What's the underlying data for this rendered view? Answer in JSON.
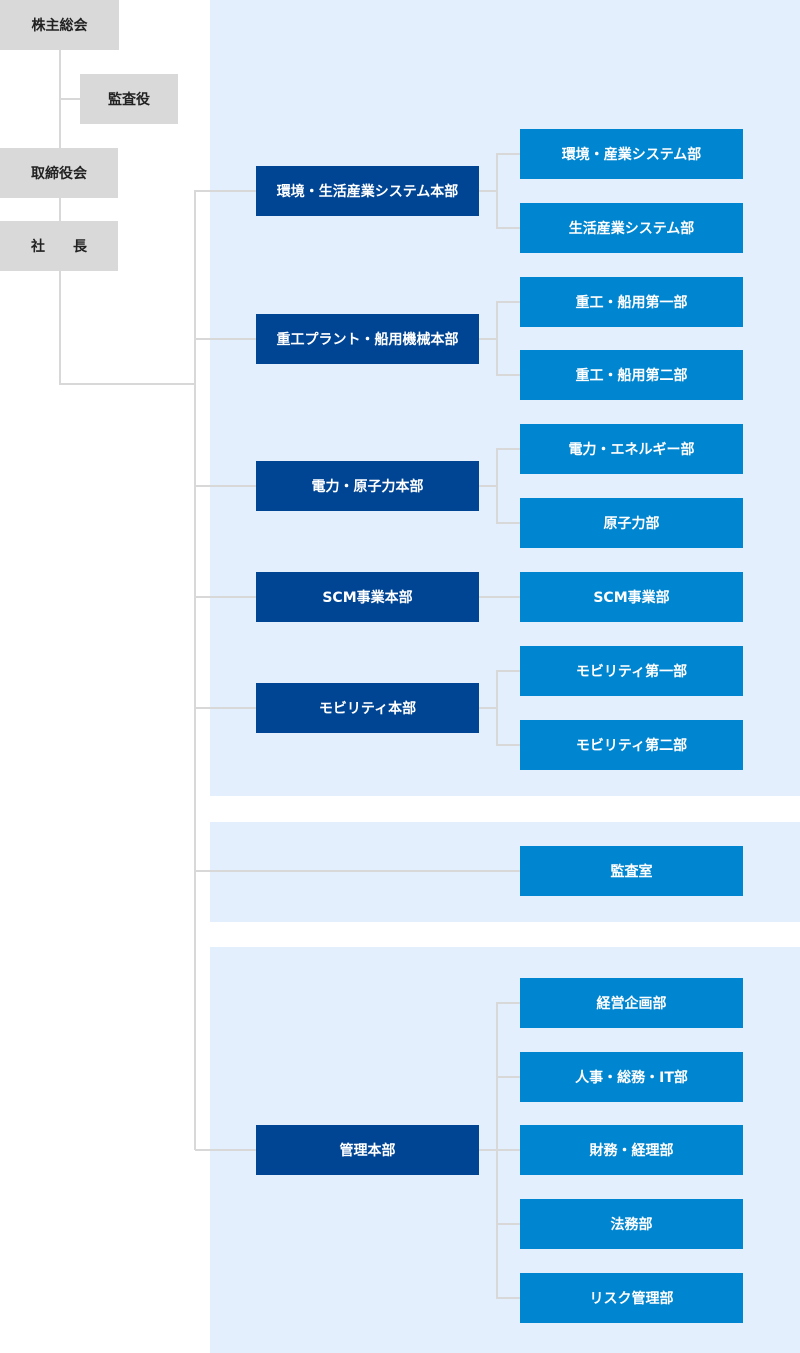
{
  "top": {
    "shareholders": "株主総会",
    "auditor": "監査役",
    "board": "取締役会",
    "president": "社　　長"
  },
  "colors": {
    "gray": "#d9d9d9",
    "division": "#004494",
    "department": "#0085d0",
    "panel": "#e3effc",
    "line": "#d8d8d8"
  },
  "groups": [
    {
      "division": "環境・生活産業システム本部",
      "departments": [
        "環境・産業システム部",
        "生活産業システム部"
      ]
    },
    {
      "division": "重工プラント・船用機械本部",
      "departments": [
        "重工・船用第一部",
        "重工・船用第二部"
      ]
    },
    {
      "division": "電力・原子力本部",
      "departments": [
        "電力・エネルギー部",
        "原子力部"
      ]
    },
    {
      "division": "SCM事業本部",
      "departments": [
        "SCM事業部"
      ]
    },
    {
      "division": "モビリティ本部",
      "departments": [
        "モビリティ第一部",
        "モビリティ第二部"
      ]
    },
    {
      "division": null,
      "departments": [
        "監査室"
      ]
    },
    {
      "division": "管理本部",
      "departments": [
        "経営企画部",
        "人事・総務・IT部",
        "財務・経理部",
        "法務部",
        "リスク管理部"
      ]
    }
  ]
}
